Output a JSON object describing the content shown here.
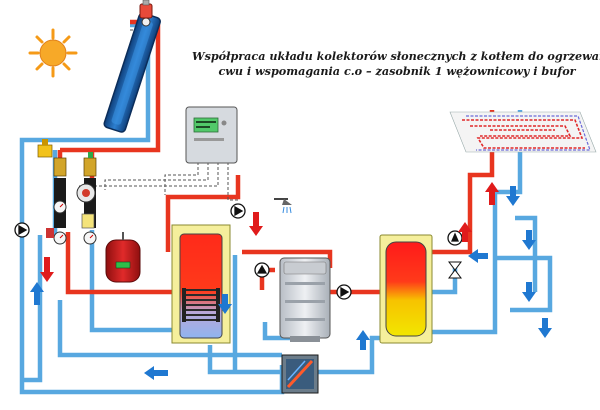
{
  "title": {
    "line1": "Współpraca układu kolektorów słonecznych z kotłem do ogrzewania",
    "line2": "cwu i wspomagania c.o – zasobnik 1 wężownicowy i bufor"
  },
  "colors": {
    "hot": "#e8351f",
    "cold": "#58a8e0",
    "arrow_hot": "#e01b1b",
    "arrow_cold": "#1f78d1",
    "sun": "#f59a17",
    "expansion_vessel": "#c41a1a",
    "buffer_top": "#ff1a1a",
    "buffer_bottom": "#f2e600",
    "boiler_body": "#d9dde2",
    "tank_frame": "#f5ef9c"
  },
  "components": {
    "sun": "sun-icon",
    "collector": "solar-collector",
    "controller": "solar-controller",
    "pump_group": "solar-pump-station",
    "expansion_vessel": "expansion-vessel",
    "dhw_tank": "dhw-tank-single-coil",
    "boiler": "gas-boiler",
    "buffer": "buffer-tank",
    "heat_exchanger": "plate-heat-exchanger",
    "floor_heating": "floor-heating-loop",
    "shower": "shower-icon"
  }
}
